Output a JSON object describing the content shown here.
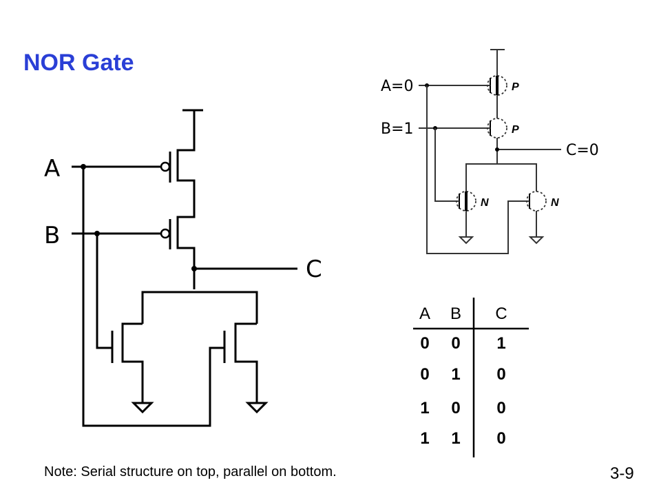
{
  "slide": {
    "title": "NOR Gate",
    "note": "Note: Serial structure on top, parallel on bottom.",
    "page_number": "3-9"
  },
  "left_circuit": {
    "input_a": "A",
    "input_b": "B",
    "output": "C"
  },
  "right_circuit": {
    "input_a": "A=0",
    "input_b": "B=1",
    "output": "C=0",
    "pmos_label": "P",
    "nmos_label": "N"
  },
  "truth_table": {
    "headers": [
      "A",
      "B",
      "C"
    ],
    "rows": [
      [
        "0",
        "0",
        "1"
      ],
      [
        "0",
        "1",
        "0"
      ],
      [
        "1",
        "0",
        "0"
      ],
      [
        "1",
        "1",
        "0"
      ]
    ]
  }
}
